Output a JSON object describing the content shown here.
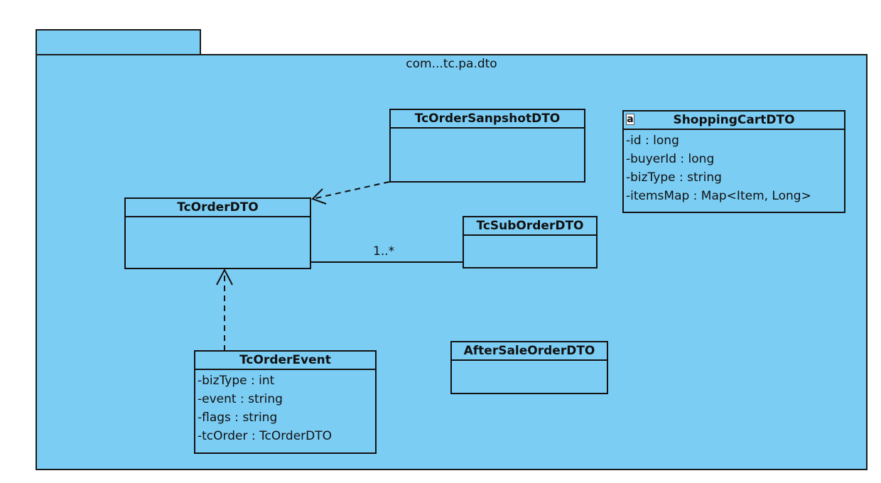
{
  "package": {
    "name": "com...tc.pa.dto"
  },
  "classes": {
    "tc_order_snapshot_dto": {
      "name": "TcOrderSanpshotDTO",
      "attributes": []
    },
    "shopping_cart_dto": {
      "name": "ShoppingCartDTO",
      "icon": "a",
      "attributes": [
        "-id : long",
        "-buyerId : long",
        "-bizType : string",
        "-itemsMap : Map<Item, Long>"
      ]
    },
    "tc_order_dto": {
      "name": "TcOrderDTO",
      "attributes": []
    },
    "tc_sub_order_dto": {
      "name": "TcSubOrderDTO",
      "attributes": []
    },
    "after_sale_order_dto": {
      "name": "AfterSaleOrderDTO",
      "attributes": []
    },
    "tc_order_event": {
      "name": "TcOrderEvent",
      "attributes": [
        "-bizType : int",
        "-event : string",
        "-flags : string",
        "-tcOrder : TcOrderDTO"
      ]
    }
  },
  "relations": {
    "order_sub_order_multiplicity": "1..*"
  },
  "colors": {
    "package_fill": "#7ccdf4",
    "line": "#111111"
  }
}
